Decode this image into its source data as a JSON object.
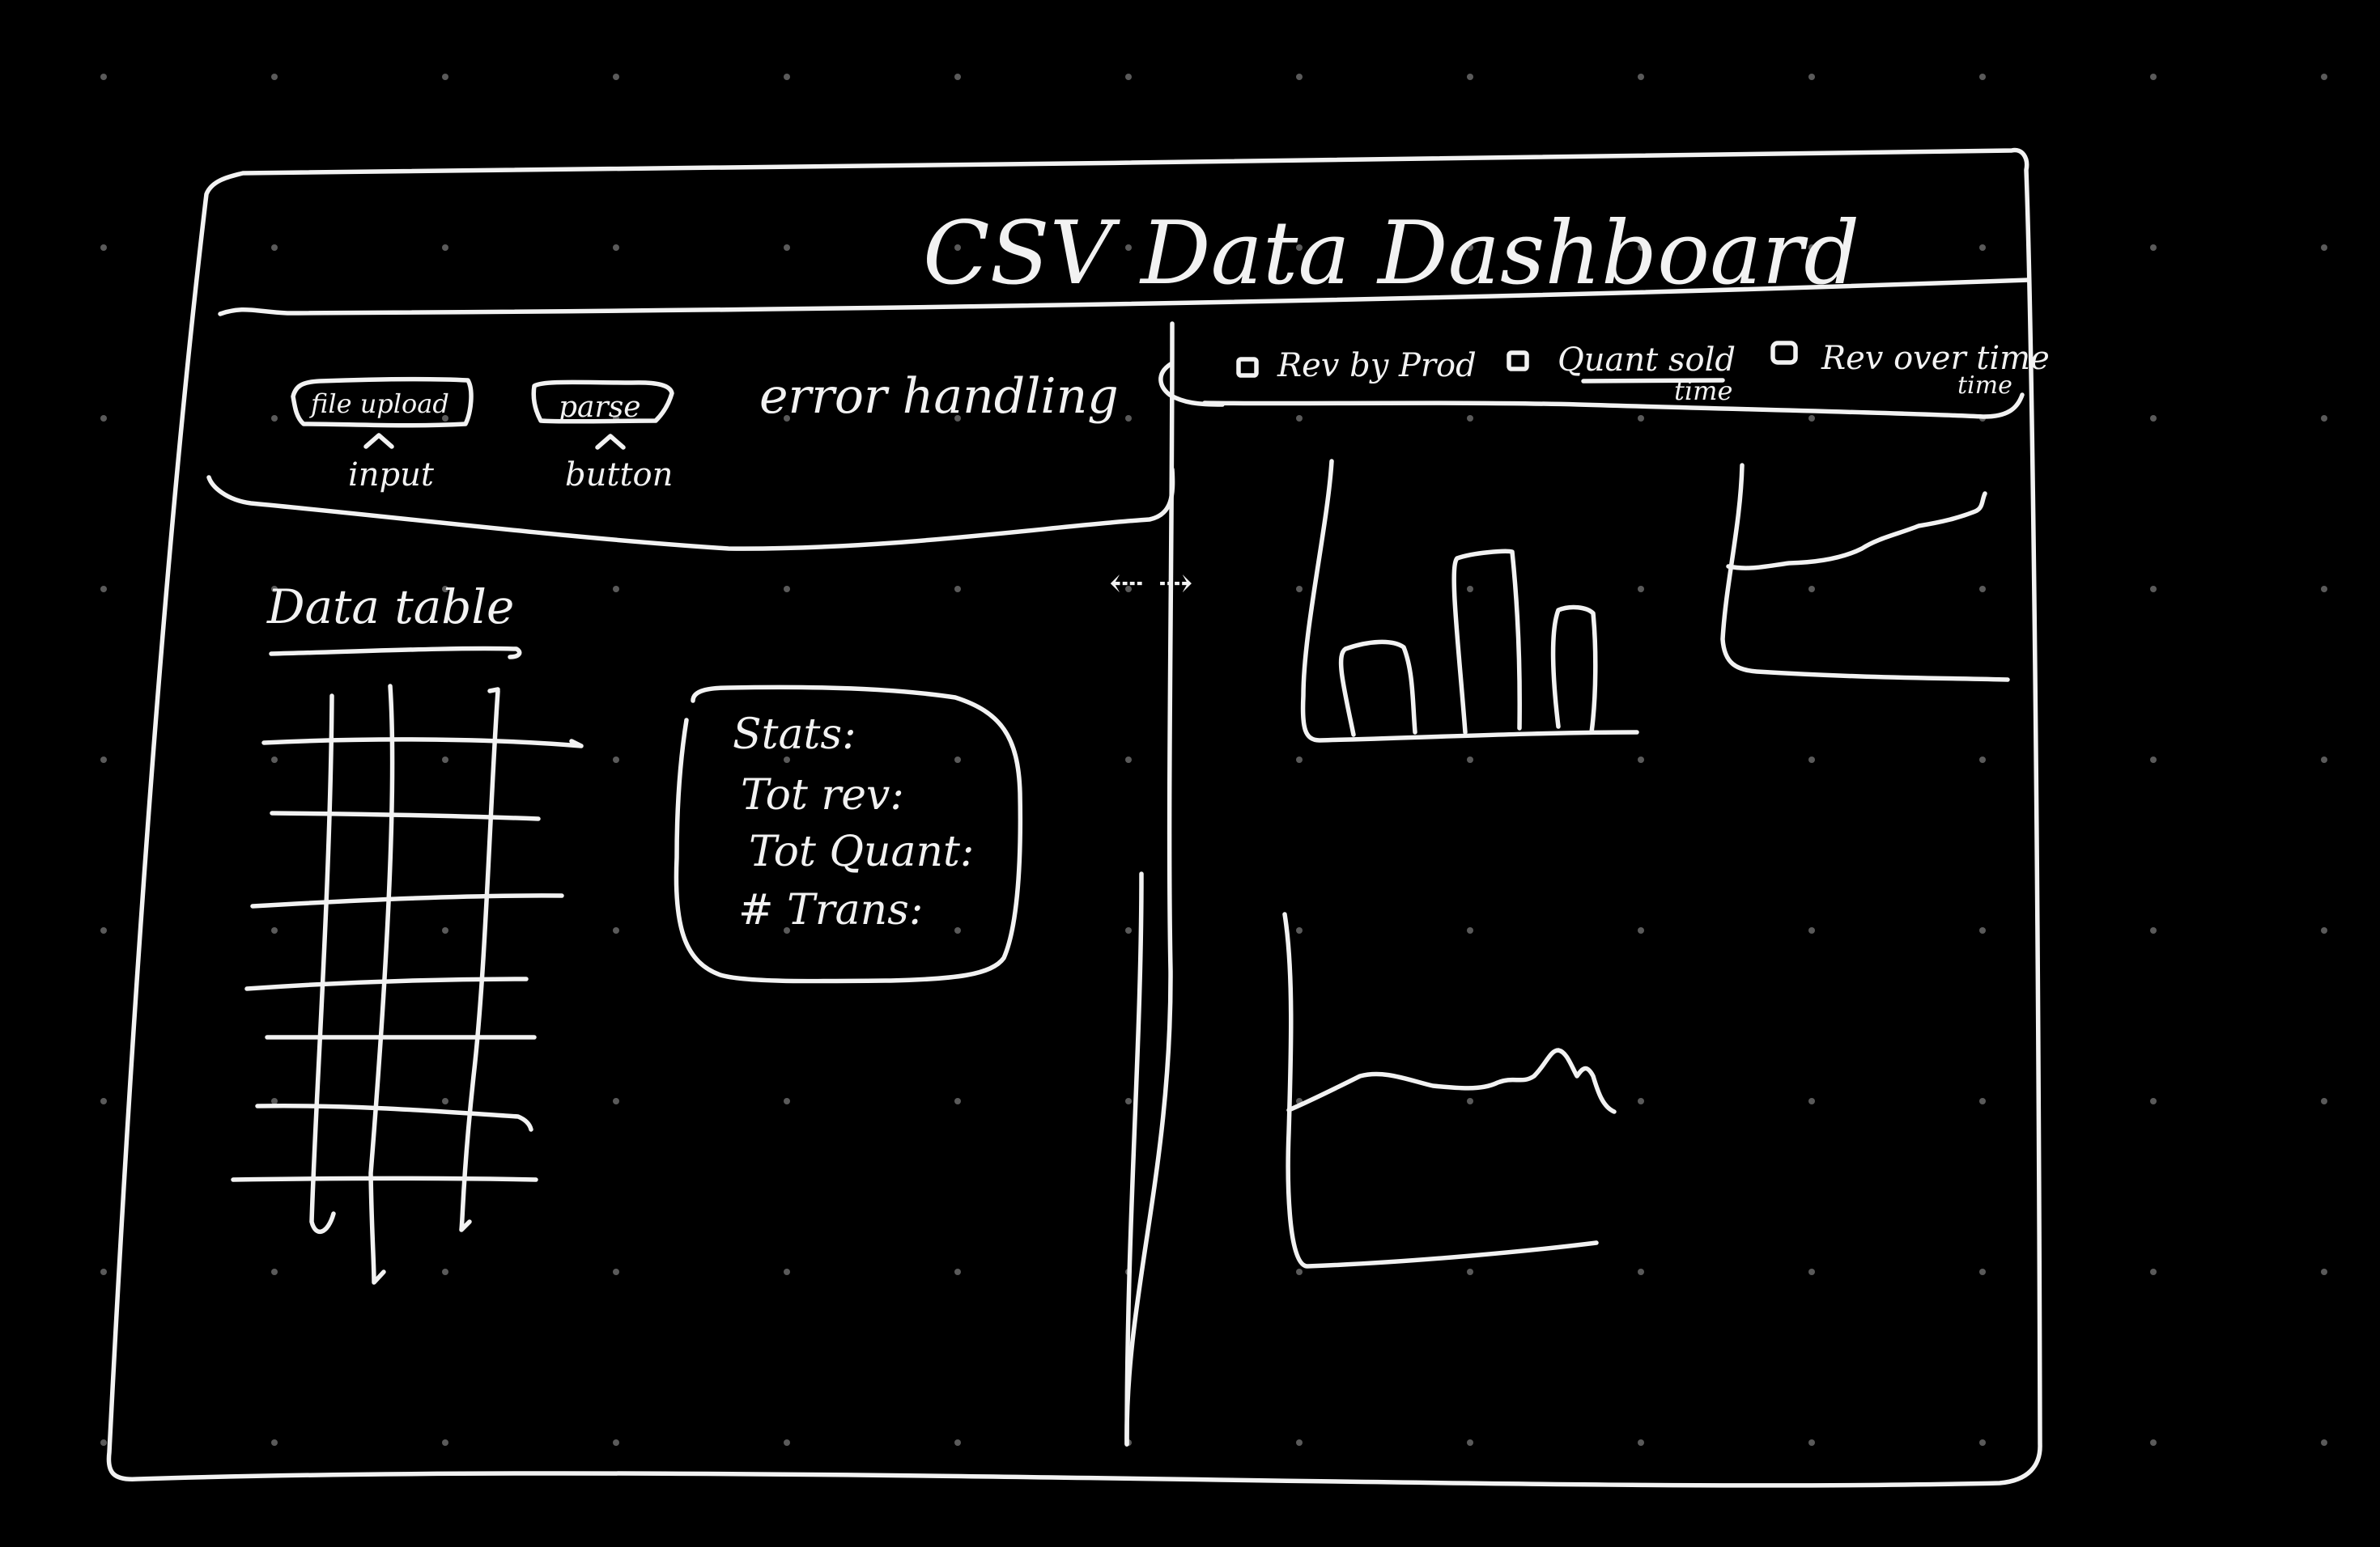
{
  "header": {
    "title": "CSV Data Dashboard"
  },
  "controls": {
    "file_upload_label": "file upload",
    "file_upload_caption": "input",
    "parse_label": "parse",
    "parse_caption": "button",
    "error_label": "error handling"
  },
  "left_panel": {
    "table_title": "Data table",
    "stats": {
      "title": "Stats:",
      "total_revenue": "Tot rev:",
      "total_quantity": "Tot Quant:",
      "transactions": "# Trans:"
    }
  },
  "splitter": {
    "arrows": "⇠ ⇢"
  },
  "tabs": [
    {
      "label": "Rev by Prod"
    },
    {
      "label": "Quant sold"
    },
    {
      "label": "Rev over time"
    }
  ],
  "tab_sublabels": {
    "quant_time": "time",
    "rev_time": "time"
  },
  "charts": [
    {
      "kind": "bar",
      "name": "Rev by Prod"
    },
    {
      "kind": "line",
      "name": "Rev over time"
    },
    {
      "kind": "line",
      "name": "Quant sold"
    }
  ]
}
